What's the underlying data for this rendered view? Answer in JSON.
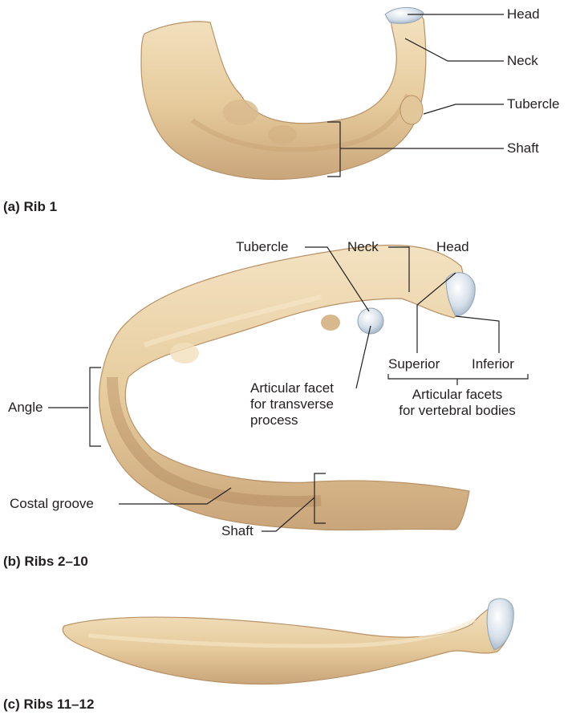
{
  "panels": [
    {
      "caption": "(a) Rib 1",
      "labels": {
        "head": "Head",
        "neck": "Neck",
        "tubercle": "Tubercle",
        "shaft": "Shaft"
      }
    },
    {
      "caption": "(b) Ribs 2–10",
      "labels": {
        "tubercle": "Tubercle",
        "neck": "Neck",
        "head": "Head",
        "superior": "Superior",
        "inferior": "Inferior",
        "articular_facets_line1": "Articular facets",
        "articular_facets_line2": "for vertebral bodies",
        "articular_facet_line1": "Articular facet",
        "articular_facet_line2": "for transverse",
        "articular_facet_line3": "process",
        "angle": "Angle",
        "costal_groove": "Costal groove",
        "shaft": "Shaft"
      }
    },
    {
      "caption": "(c) Ribs 11–12"
    }
  ],
  "colors": {
    "bone": "#e8cfa2",
    "bone_shadow": "#c9a77a",
    "bone_highlight": "#f6e7c9",
    "cartilage": "#cfdbe6",
    "leader_line": "#231f20"
  }
}
